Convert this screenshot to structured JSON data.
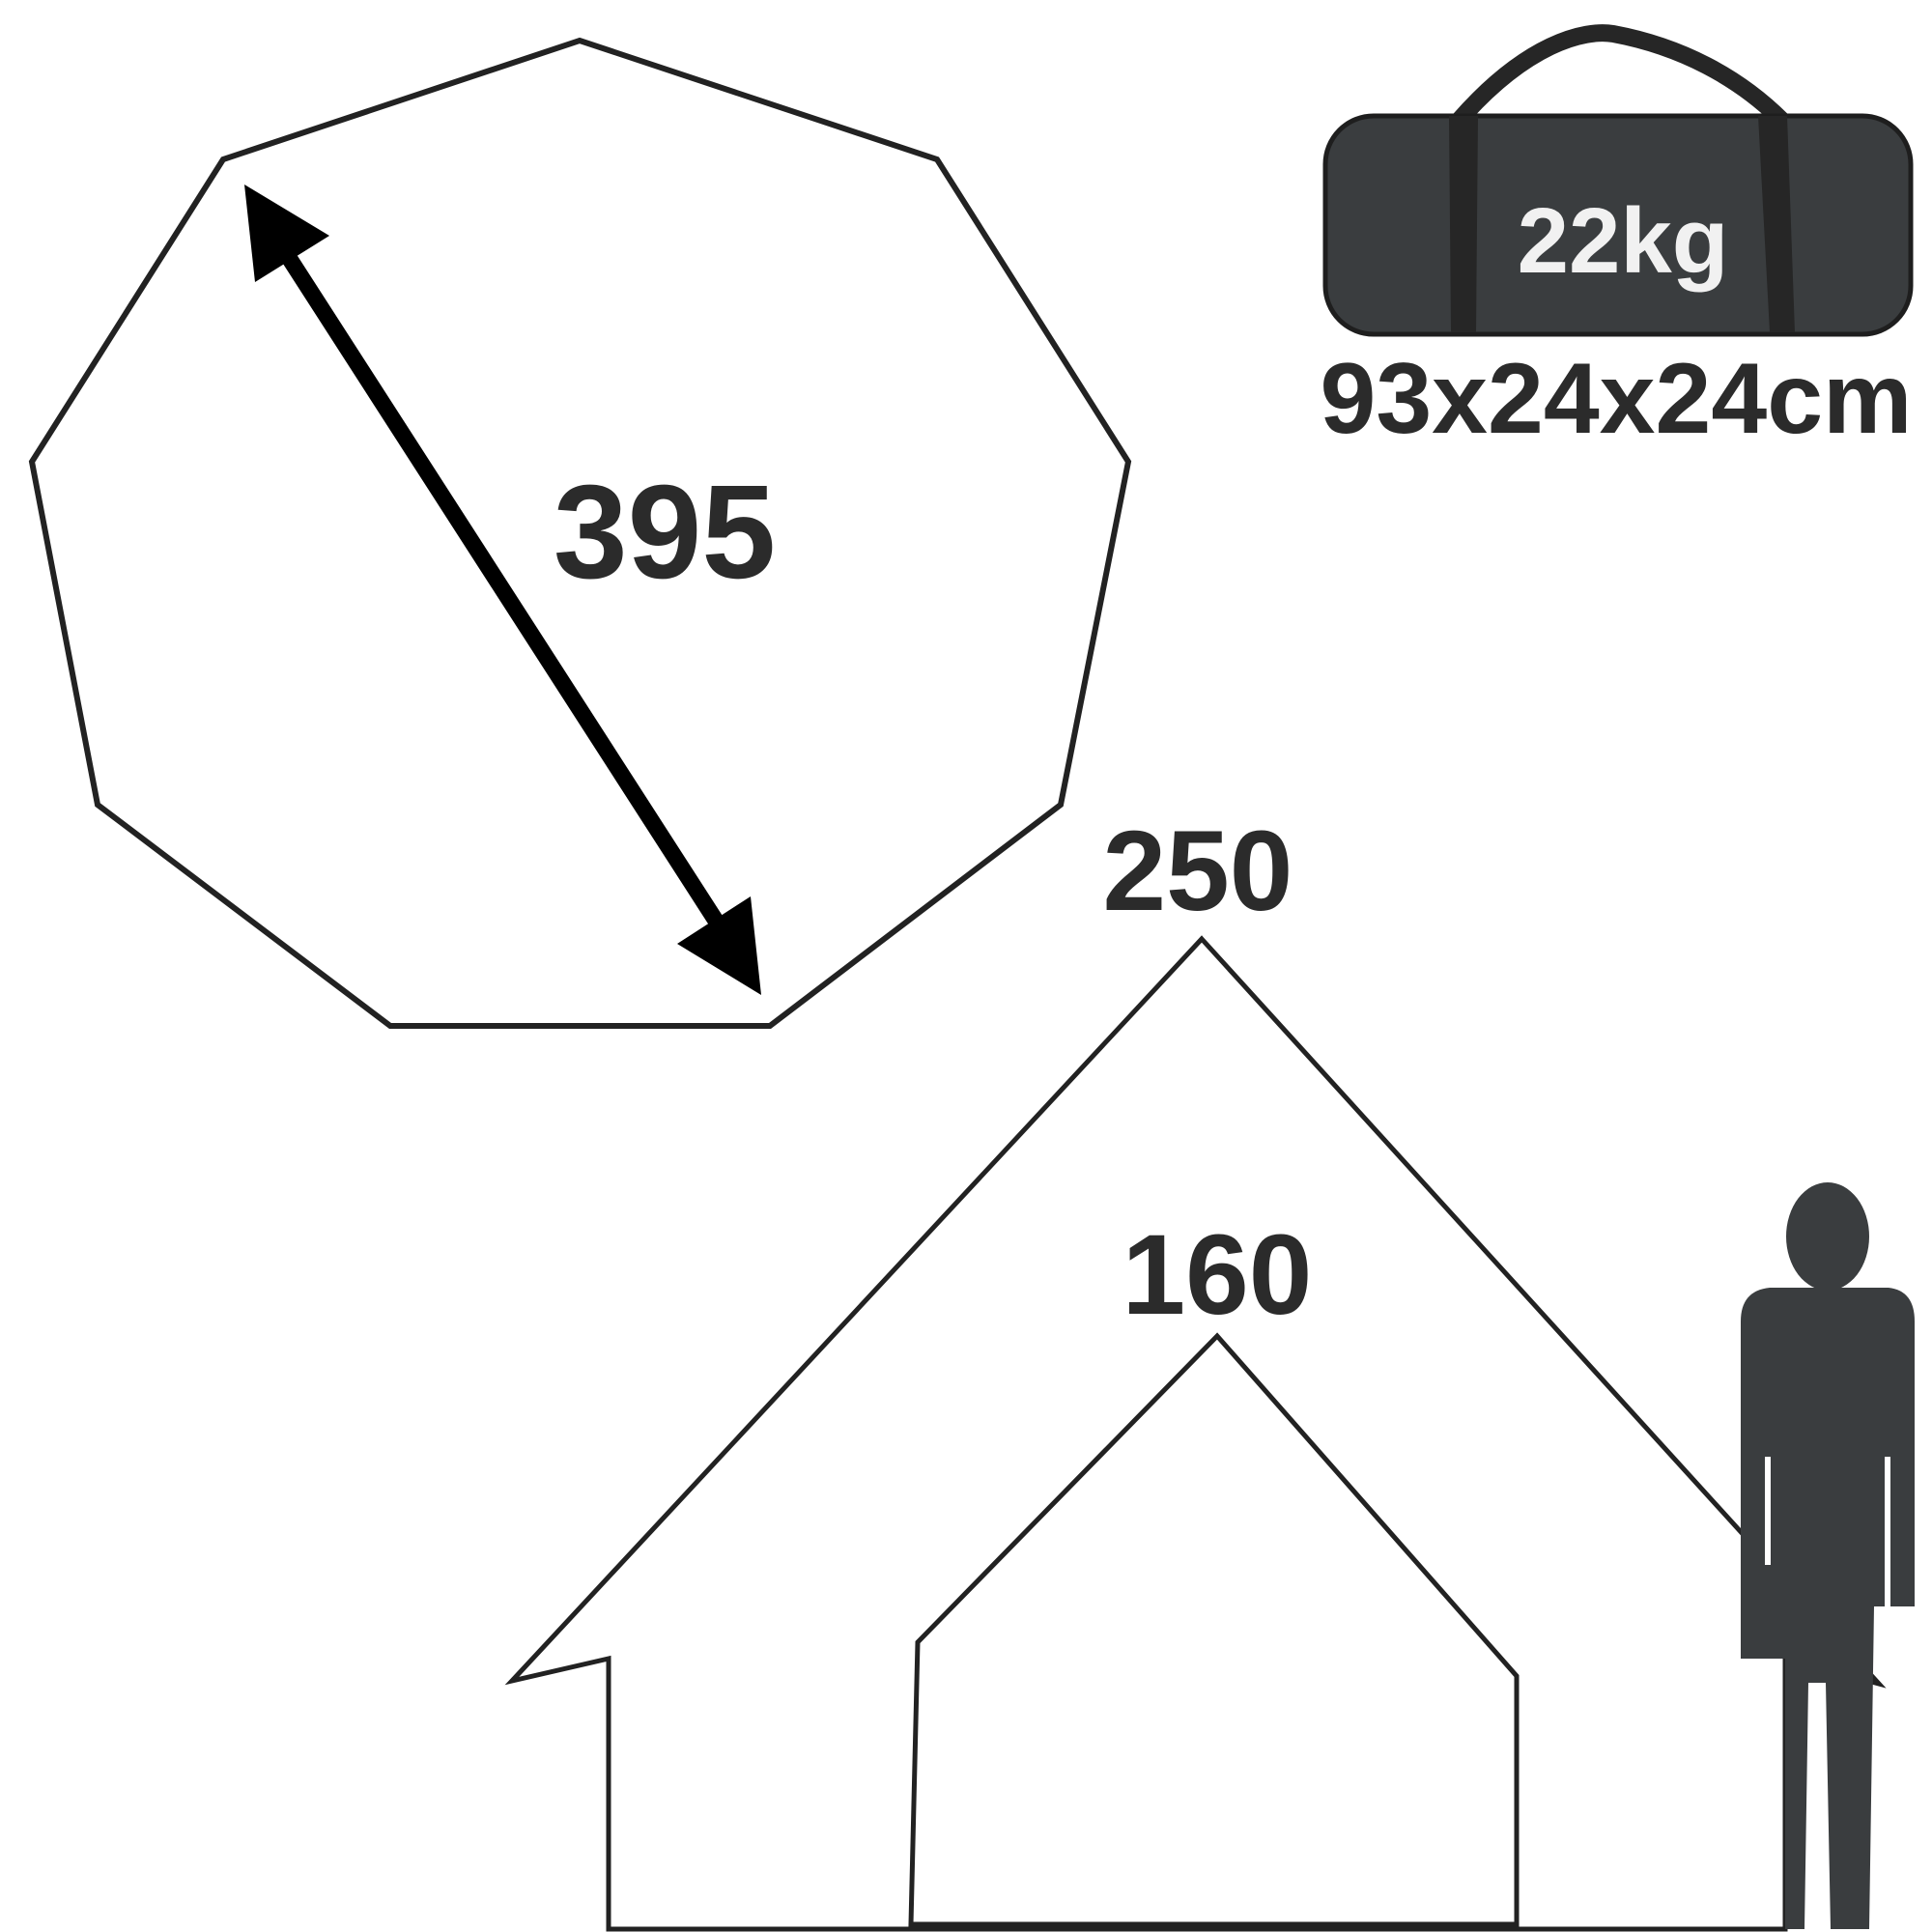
{
  "floor_plan": {
    "diameter_label": "395"
  },
  "bag": {
    "weight_label": "22kg",
    "dimensions_label": "93x24x24cm"
  },
  "tent_profile": {
    "outer_height_label": "250",
    "door_height_label": "160"
  },
  "colors": {
    "line": "#222222",
    "fill_dark": "#3a3d3f",
    "strap": "#262626",
    "bag_text": "#f1f1f1",
    "label_text": "#2b2b2b",
    "background": "#ffffff"
  },
  "icons": {
    "person": "person-silhouette-icon",
    "bag": "carry-bag-icon",
    "arrow": "double-headed-arrow-icon"
  }
}
